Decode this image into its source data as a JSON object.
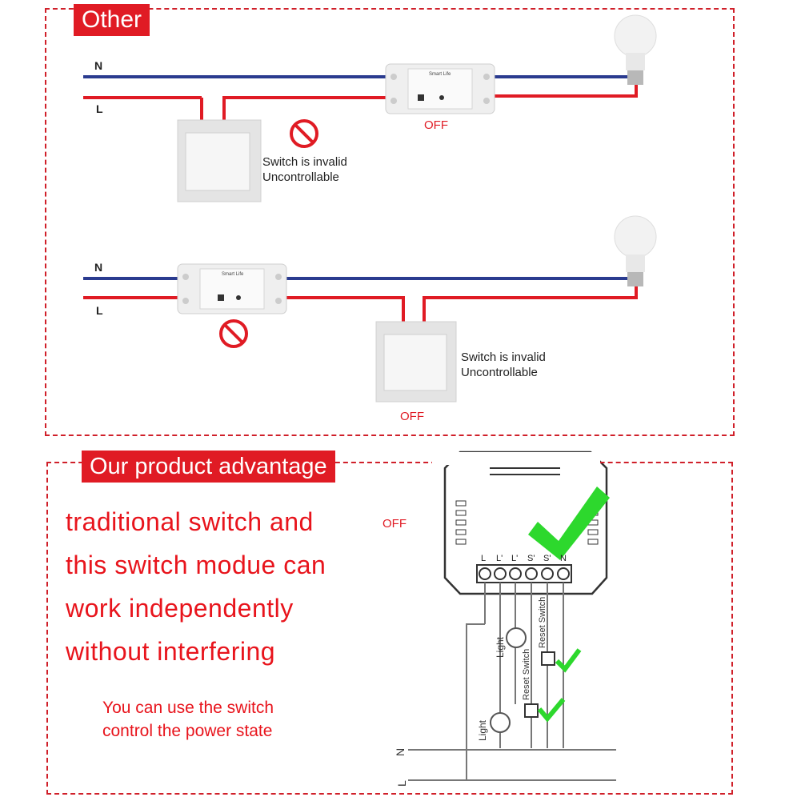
{
  "section_top": {
    "tag": "Other",
    "diagram1": {
      "n_label": "N",
      "l_label": "L",
      "device_label": "Smart Life",
      "status": "OFF",
      "warning_line1": "Switch is invalid",
      "warning_line2": "Uncontrollable"
    },
    "diagram2": {
      "n_label": "N",
      "l_label": "L",
      "device_label": "Smart Life",
      "status": "OFF",
      "warning_line1": "Switch is invalid",
      "warning_line2": "Uncontrollable"
    }
  },
  "section_bottom": {
    "tag": "Our product advantage",
    "status": "OFF",
    "headline": [
      "traditional switch and",
      "this switch modue can",
      "work independently",
      "without interfering"
    ],
    "subtext": [
      "You can use the switch",
      "control the power state"
    ],
    "terminals": [
      "L",
      "L'",
      "L'",
      "S'",
      "S'",
      "N"
    ],
    "vertical_labels": {
      "light_1": "Light",
      "light_2": "Light",
      "reset_switch_1": "Reset Switch",
      "reset_switch_2": "Reset Switch"
    },
    "bus_labels": {
      "n": "N",
      "l": "L"
    }
  },
  "colors": {
    "accent": "#e01b24",
    "neutral_wire": "#2a3b8f",
    "live_wire": "#e01b24",
    "check": "#2dd82d"
  }
}
